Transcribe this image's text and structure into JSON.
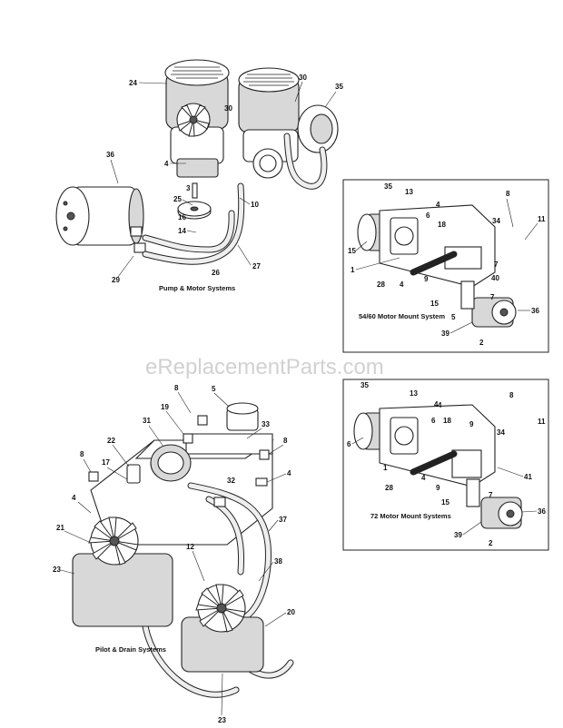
{
  "watermark": "eReplacementParts.com",
  "panels": {
    "pump_motor": {
      "caption": "Pump & Motor Systems",
      "callouts": [
        "24",
        "30",
        "30",
        "35",
        "36",
        "4",
        "3",
        "25",
        "16",
        "14",
        "29",
        "26",
        "27",
        "10"
      ]
    },
    "mount_5460": {
      "caption": "54/60 Motor Mount System",
      "callouts": [
        "35",
        "13",
        "15",
        "1",
        "28",
        "4",
        "9",
        "6",
        "18",
        "15",
        "4",
        "8",
        "34",
        "11",
        "7",
        "40",
        "7",
        "36",
        "39",
        "2",
        "5"
      ]
    },
    "pilot_drain": {
      "caption": "Pilot & Drain Systems",
      "callouts": [
        "8",
        "5",
        "19",
        "31",
        "33",
        "8",
        "22",
        "8",
        "17",
        "32",
        "4",
        "4",
        "37",
        "21",
        "23",
        "12",
        "38",
        "20",
        "23"
      ]
    },
    "mount_72": {
      "caption": "72 Motor Mount Systems",
      "callouts": [
        "35",
        "13",
        "6",
        "1",
        "28",
        "4",
        "6",
        "18",
        "9",
        "4",
        "8",
        "34",
        "11",
        "41",
        "9",
        "15",
        "7",
        "39",
        "36",
        "2",
        "4"
      ]
    }
  }
}
